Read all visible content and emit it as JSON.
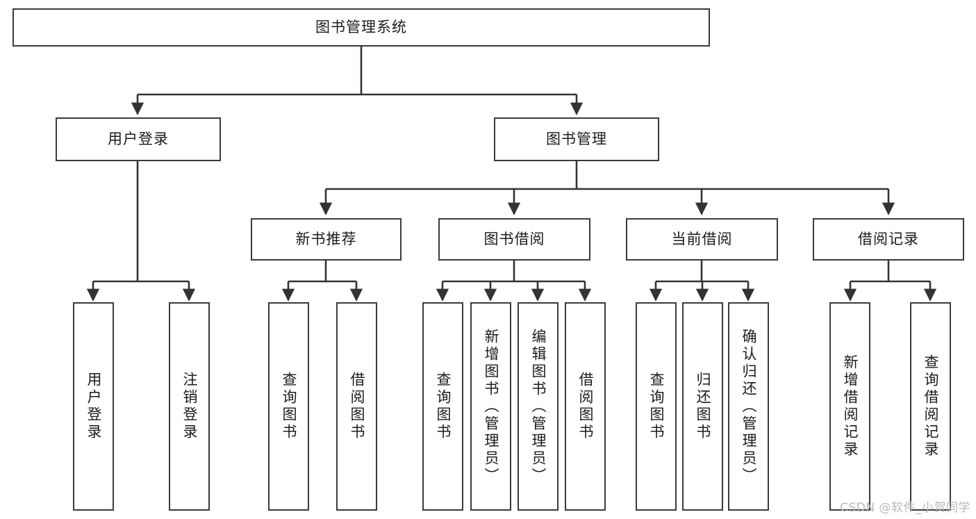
{
  "diagram": {
    "title": "图书管理系统",
    "type": "tree",
    "orientation": "top-down",
    "watermark": "CSDN @软件_小贺同学",
    "colors": {
      "box_border": "#3a3a3a",
      "box_fill": "#ffffff",
      "edge": "#333333",
      "text": "#1b1b1b",
      "watermark": "#b9b9b9"
    },
    "levels": {
      "root": "图书管理系统",
      "level2": [
        "用户登录",
        "图书管理"
      ],
      "level3": [
        "新书推荐",
        "图书借阅",
        "当前借阅",
        "借阅记录"
      ],
      "leaves": [
        "用户登录",
        "注销登录",
        "查询图书",
        "借阅图书",
        "查询图书",
        "新增图书（管理员）",
        "编辑图书（管理员）",
        "借阅图书",
        "查询图书",
        "归还图书",
        "确认归还（管理员）",
        "新增借阅记录",
        "查询借阅记录"
      ]
    },
    "nodes": {
      "root": {
        "label": "图书管理系统"
      },
      "user_login": {
        "label": "用户登录"
      },
      "book_manage": {
        "label": "图书管理"
      },
      "new_book_rec": {
        "label": "新书推荐"
      },
      "book_borrow": {
        "label": "图书借阅"
      },
      "current_borrow": {
        "label": "当前借阅"
      },
      "borrow_record": {
        "label": "借阅记录"
      },
      "leaf_user_login": {
        "label": "用户登录"
      },
      "leaf_logout": {
        "label": "注销登录"
      },
      "leaf_query_book_a": {
        "label": "查询图书"
      },
      "leaf_borrow_book_a": {
        "label": "借阅图书"
      },
      "leaf_query_book_b": {
        "label": "查询图书"
      },
      "leaf_add_book": {
        "label": "新增图书（管理员）"
      },
      "leaf_edit_book": {
        "label": "编辑图书（管理员）"
      },
      "leaf_borrow_book_b": {
        "label": "借阅图书"
      },
      "leaf_query_book_c": {
        "label": "查询图书"
      },
      "leaf_return_book": {
        "label": "归还图书"
      },
      "leaf_confirm_return": {
        "label": "确认归还（管理员）"
      },
      "leaf_add_record": {
        "label": "新增借阅记录"
      },
      "leaf_query_record": {
        "label": "查询借阅记录"
      }
    },
    "edges": [
      {
        "from": "root",
        "to": "user_login"
      },
      {
        "from": "root",
        "to": "book_manage"
      },
      {
        "from": "user_login",
        "to": "leaf_user_login"
      },
      {
        "from": "user_login",
        "to": "leaf_logout"
      },
      {
        "from": "book_manage",
        "to": "new_book_rec"
      },
      {
        "from": "book_manage",
        "to": "book_borrow"
      },
      {
        "from": "book_manage",
        "to": "current_borrow"
      },
      {
        "from": "book_manage",
        "to": "borrow_record"
      },
      {
        "from": "new_book_rec",
        "to": "leaf_query_book_a"
      },
      {
        "from": "new_book_rec",
        "to": "leaf_borrow_book_a"
      },
      {
        "from": "book_borrow",
        "to": "leaf_query_book_b"
      },
      {
        "from": "book_borrow",
        "to": "leaf_add_book"
      },
      {
        "from": "book_borrow",
        "to": "leaf_edit_book"
      },
      {
        "from": "book_borrow",
        "to": "leaf_borrow_book_b"
      },
      {
        "from": "current_borrow",
        "to": "leaf_query_book_c"
      },
      {
        "from": "current_borrow",
        "to": "leaf_return_book"
      },
      {
        "from": "current_borrow",
        "to": "leaf_confirm_return"
      },
      {
        "from": "borrow_record",
        "to": "leaf_add_record"
      },
      {
        "from": "borrow_record",
        "to": "leaf_query_record"
      }
    ]
  }
}
